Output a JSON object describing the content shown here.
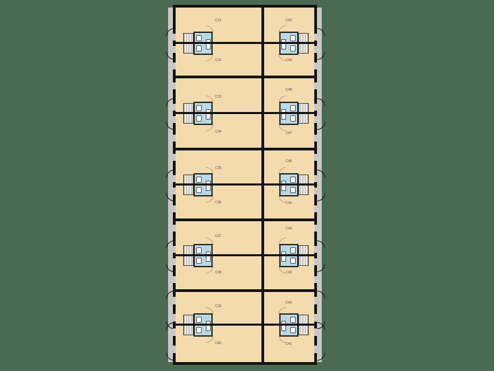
{
  "page": {
    "type": "architectural-floor-plan",
    "background_color": "#4a6b52"
  },
  "plan": {
    "colors": {
      "background": "#4a6b52",
      "floor": "#f3dbae",
      "walls": "#141414",
      "walkway": "#c9c8c5",
      "bathroom": "#b7dae6",
      "fixtures": "#fbfbf9",
      "door_swing": "#c49e6e",
      "label_text": "#57514a"
    },
    "modules": [
      {
        "left_top": "C31",
        "left_bottom": "C32",
        "right_top": "C50",
        "right_bottom": "C49"
      },
      {
        "left_top": "C33",
        "left_bottom": "C34",
        "right_top": "C48",
        "right_bottom": "C47"
      },
      {
        "left_top": "C35",
        "left_bottom": "C36",
        "right_top": "C46",
        "right_bottom": "C45"
      },
      {
        "left_top": "C37",
        "left_bottom": "C38",
        "right_top": "C44",
        "right_bottom": "C43"
      },
      {
        "left_top": "C39",
        "left_bottom": "C40",
        "right_top": "C42",
        "right_bottom": "C41"
      }
    ],
    "units_visible": [
      "C31",
      "C32",
      "C33",
      "C34",
      "C35",
      "C36",
      "C37",
      "C38",
      "C39",
      "C40",
      "C41",
      "C42",
      "C43",
      "C44",
      "C45",
      "C46",
      "C47",
      "C48",
      "C49",
      "C50"
    ]
  }
}
